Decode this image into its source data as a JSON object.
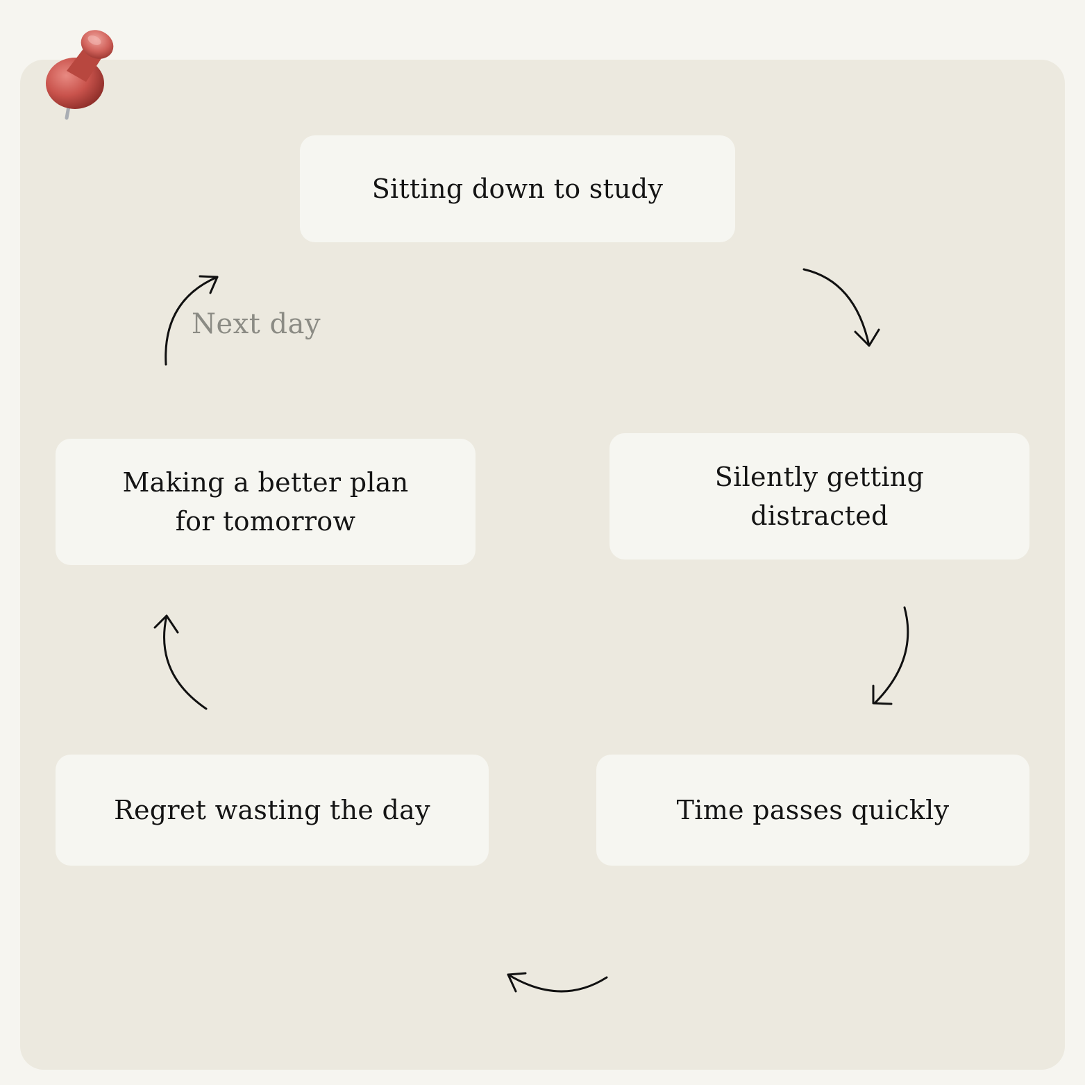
{
  "diagram": {
    "type": "cycle",
    "steps": [
      "Sitting down to study",
      "Silently getting\ndistracted",
      "Time passes quickly",
      "Regret wasting the day",
      "Making a better plan\nfor tomorrow"
    ],
    "loop_label": "Next day"
  },
  "colors": {
    "background": "#f6f5f0",
    "board": "#ece9df",
    "card": "#f6f6f1",
    "text": "#141414",
    "muted_text": "#8b8b84",
    "pin": "#c9534c"
  },
  "icons": {
    "pin": "pushpin-icon"
  }
}
